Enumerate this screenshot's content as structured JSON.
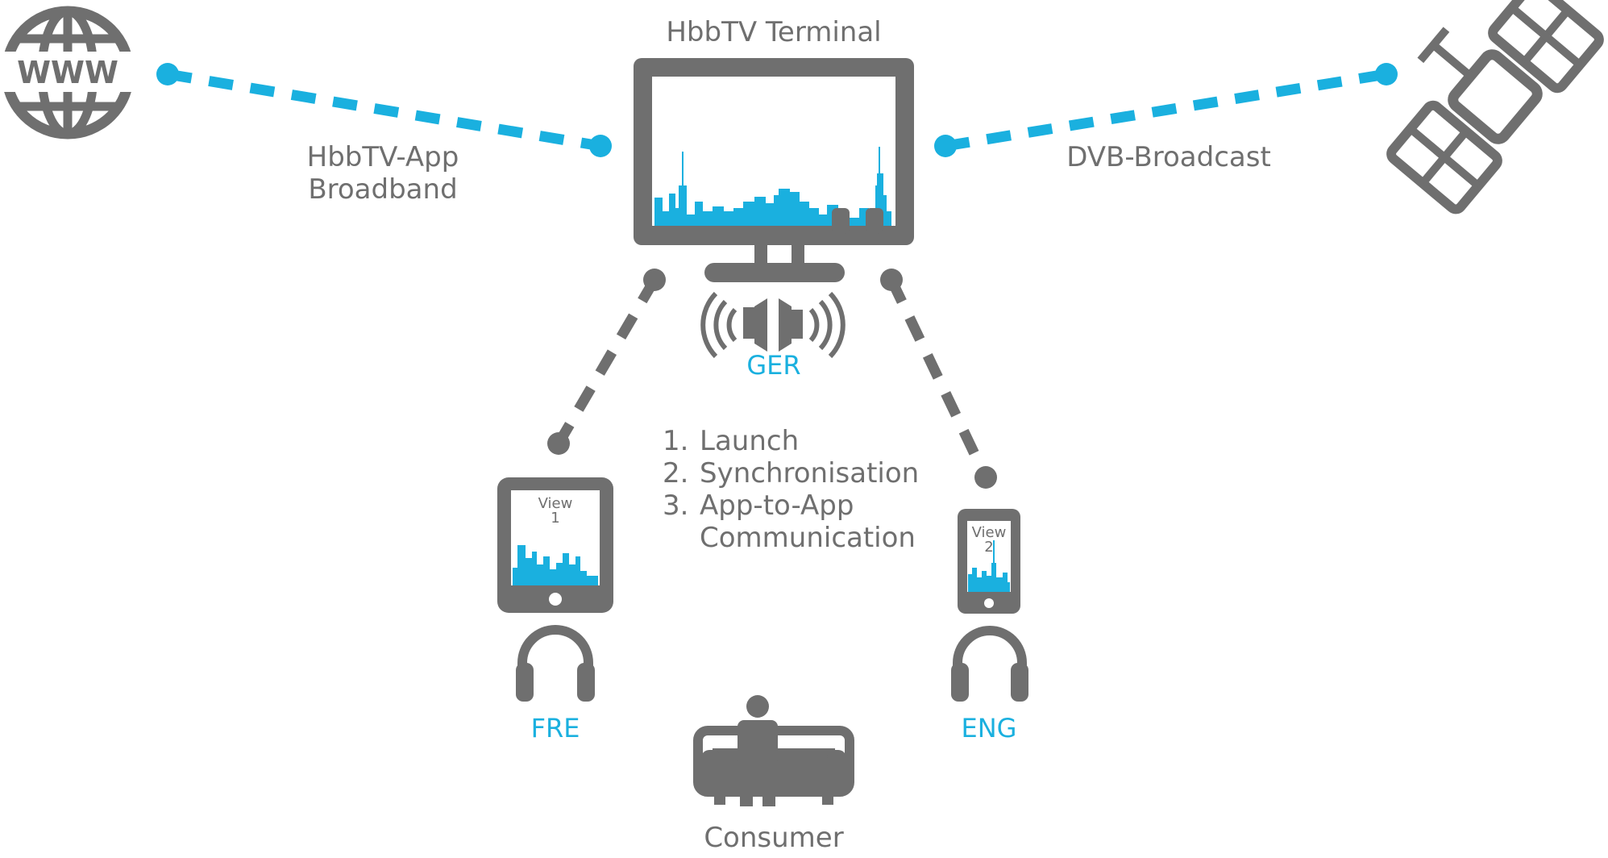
{
  "colors": {
    "gray": "#6f6f6f",
    "blue": "#1ab0df",
    "background": "#ffffff"
  },
  "terminal": {
    "title": "HbbTV Terminal",
    "audio_language": "GER",
    "icons": [
      "tv-icon",
      "speaker-icon",
      "speaker-icon"
    ]
  },
  "connections": {
    "broadband_label_line1": "HbbTV-App",
    "broadband_label_line2": "Broadband",
    "broadcast_label": "DVB-Broadcast"
  },
  "sources": {
    "internet_icon": "globe-www-icon",
    "internet_text": "WWW",
    "broadcast_icon": "satellite-icon"
  },
  "devices": {
    "tablet": {
      "view_line1": "View",
      "view_line2": "1",
      "language": "FRE",
      "icons": [
        "tablet-icon",
        "headphones-icon"
      ]
    },
    "phone": {
      "view_line1": "View",
      "view_line2": "2",
      "language": "ENG",
      "icons": [
        "smartphone-icon",
        "headphones-icon"
      ]
    }
  },
  "steps": [
    {
      "number": "1.",
      "text": "Launch"
    },
    {
      "number": "2.",
      "text": "Synchronisation"
    },
    {
      "number": "3.",
      "text": "App-to-App"
    },
    {
      "number": "",
      "text": "Communication"
    }
  ],
  "consumer": {
    "label": "Consumer",
    "icon": "person-on-sofa-icon"
  }
}
